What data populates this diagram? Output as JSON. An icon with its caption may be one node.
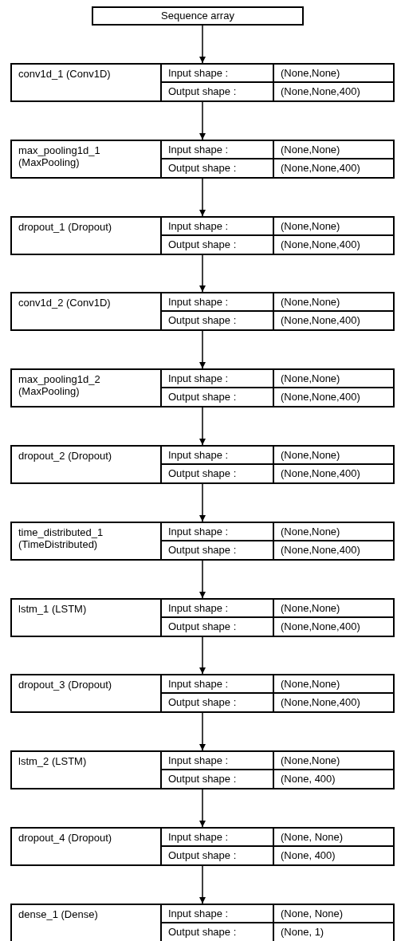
{
  "diagram": {
    "nodes": [
      {
        "text": [
          "Sequence array"
        ]
      },
      {
        "text": [
          "conv1d_1  (Conv1D)",
          "Input shape :",
          "(None,None)",
          "Output shape :",
          "(None,None,400)"
        ]
      },
      {
        "text": [
          "max_pooling1d_1 (MaxPooling)",
          "Input shape :",
          "(None,None)",
          "Output shape :",
          "(None,None,400)"
        ]
      },
      {
        "text": [
          "dropout_1 (Dropout)",
          "Input shape :",
          "(None,None)",
          "Output shape :",
          "(None,None,400)"
        ]
      },
      {
        "text": [
          "conv1d_2  (Conv1D)",
          "Input shape :",
          "(None,None)",
          "Output shape :",
          "(None,None,400)"
        ]
      },
      {
        "text": [
          "max_pooling1d_2 (MaxPooling)",
          "Input shape :",
          "(None,None)",
          "Output shape :",
          "(None,None,400)"
        ]
      },
      {
        "text": [
          "dropout_2 (Dropout)",
          "Input shape :",
          "(None,None)",
          "Output shape :",
          "(None,None,400)"
        ]
      },
      {
        "text": [
          "time_distributed_1 (TimeDistributed)",
          "Input shape :",
          "(None,None)",
          "Output shape :",
          "(None,None,400)"
        ]
      },
      {
        "text": [
          "lstm_1  (LSTM)",
          "Input shape :",
          "(None,None)",
          "Output shape :",
          "(None,None,400)"
        ]
      },
      {
        "text": [
          "dropout_3 (Dropout)",
          "Input shape :",
          "(None,None)",
          "Output shape :",
          "(None,None,400)"
        ]
      },
      {
        "text": [
          "lstm_2  (LSTM)",
          "Input shape :",
          "(None,None)",
          "Output shape :",
          "(None, 400)"
        ]
      },
      {
        "text": [
          "dropout_4 (Dropout)",
          "Input shape :",
          "(None, None)",
          "Output shape :",
          "(None, 400)"
        ]
      },
      {
        "text": [
          "dense_1 (Dense)",
          "Input shape :",
          "(None, None)",
          "Output shape :",
          "(None, 1)"
        ]
      }
    ],
    "edges": [
      {
        "from": 0,
        "to": 1,
        "arrow": "to"
      },
      {
        "from": 1,
        "to": 2,
        "arrow": "to"
      },
      {
        "from": 2,
        "to": 3,
        "arrow": "to"
      },
      {
        "from": 3,
        "to": 4,
        "arrow": "to"
      },
      {
        "from": 4,
        "to": 5,
        "arrow": "to"
      },
      {
        "from": 5,
        "to": 6,
        "arrow": "to"
      },
      {
        "from": 6,
        "to": 7,
        "arrow": "to"
      },
      {
        "from": 7,
        "to": 8,
        "arrow": "to"
      },
      {
        "from": 8,
        "to": 9,
        "arrow": "to"
      },
      {
        "from": 9,
        "to": 10,
        "arrow": "to"
      },
      {
        "from": 10,
        "to": 11,
        "arrow": "to"
      },
      {
        "from": 11,
        "to": 12,
        "arrow": "to"
      }
    ]
  }
}
